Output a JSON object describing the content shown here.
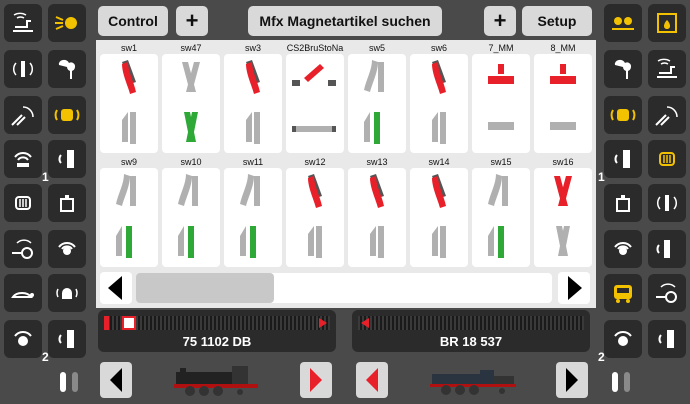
{
  "header": {
    "control_label": "Control",
    "search_label": "Mfx Magnetartikel suchen",
    "setup_label": "Setup",
    "plus_label": "+"
  },
  "articles_row1": [
    {
      "label": "sw1",
      "icon": "switch-right",
      "state": "red"
    },
    {
      "label": "sw47",
      "icon": "switch-cross",
      "state": "green"
    },
    {
      "label": "sw3",
      "icon": "switch-right",
      "state": "red"
    },
    {
      "label": "CS2BruStoNa",
      "icon": "signal-uncoupler",
      "state": "red"
    },
    {
      "label": "sw5",
      "icon": "switch-left",
      "state": "green"
    },
    {
      "label": "sw6",
      "icon": "switch-right",
      "state": "red"
    },
    {
      "label": "7_MM",
      "icon": "decoupler",
      "state": "red"
    },
    {
      "label": "8_MM",
      "icon": "decoupler",
      "state": "red"
    }
  ],
  "articles_row2": [
    {
      "label": "sw9",
      "icon": "switch-left",
      "state": "green"
    },
    {
      "label": "sw10",
      "icon": "switch-left",
      "state": "green"
    },
    {
      "label": "sw11",
      "icon": "switch-left",
      "state": "green"
    },
    {
      "label": "sw12",
      "icon": "switch-right",
      "state": "red"
    },
    {
      "label": "sw13",
      "icon": "switch-right",
      "state": "red"
    },
    {
      "label": "sw14",
      "icon": "switch-right",
      "state": "red"
    },
    {
      "label": "sw15",
      "icon": "switch-left",
      "state": "green"
    },
    {
      "label": "sw16",
      "icon": "switch-cross",
      "state": "red"
    }
  ],
  "loco_left": {
    "name": "75 1102 DB",
    "speed": 0.02,
    "direction": "forward"
  },
  "loco_right": {
    "name": "BR 18 537",
    "speed": 0.0,
    "direction": "reverse"
  },
  "function_numbers": {
    "left_a": "1",
    "left_b": "2",
    "right_a": "1",
    "right_b": "2"
  },
  "colors": {
    "active_red": "#e8202a",
    "active_green": "#2ea836",
    "inactive_gray": "#b0b0b0",
    "function_yellow": "#f2c200"
  }
}
